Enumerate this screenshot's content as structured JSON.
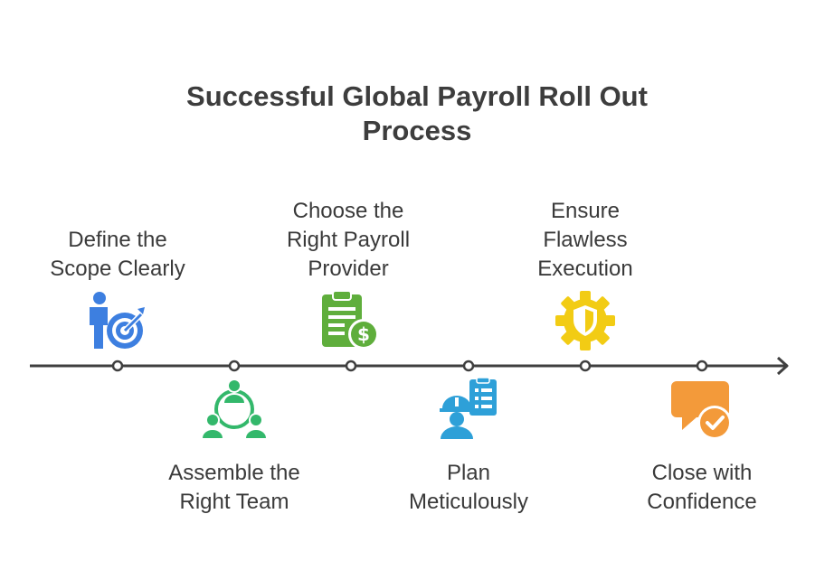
{
  "title": {
    "line1": "Successful Global Payroll Roll Out",
    "line2": "Process"
  },
  "steps": [
    {
      "id": "scope",
      "line1": "Define the",
      "line2": "Scope Clearly",
      "icon": "target-person-icon",
      "color": "#3d7fe0"
    },
    {
      "id": "team",
      "line1": "Assemble the",
      "line2": "Right Team",
      "icon": "team-network-icon",
      "color": "#33b86b"
    },
    {
      "id": "provider",
      "line1": "Choose the",
      "line2": "Right Payroll",
      "line3": "Provider",
      "icon": "clipboard-dollar-icon",
      "color": "#5fae3c"
    },
    {
      "id": "plan",
      "line1": "Plan",
      "line2": "Meticulously",
      "icon": "worker-checklist-icon",
      "color": "#2ea0d8"
    },
    {
      "id": "execution",
      "line1": "Ensure",
      "line2": "Flawless",
      "line3": "Execution",
      "icon": "gear-shield-icon",
      "color": "#f2cc14"
    },
    {
      "id": "close",
      "line1": "Close with",
      "line2": "Confidence",
      "icon": "chat-check-icon",
      "color": "#f39a3a"
    }
  ]
}
